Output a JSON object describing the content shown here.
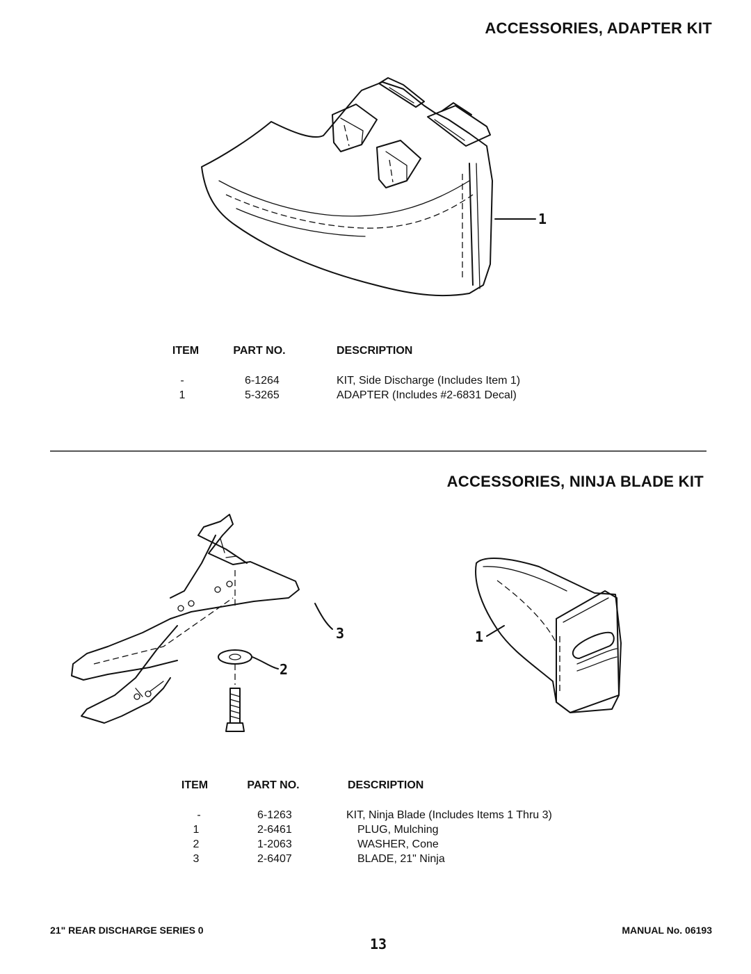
{
  "section1": {
    "title": "ACCESSORIES, ADAPTER KIT",
    "callouts": [
      "1"
    ],
    "headers": {
      "item": "ITEM",
      "part": "PART NO.",
      "desc": "DESCRIPTION"
    },
    "rows": [
      {
        "item": "-",
        "part": "6-1264",
        "desc": "KIT, Side Discharge (Includes Item 1)"
      },
      {
        "item": "1",
        "part": "5-3265",
        "desc": "ADAPTER (Includes #2-6831 Decal)"
      }
    ]
  },
  "section2": {
    "title": "ACCESSORIES, NINJA BLADE KIT",
    "callouts": [
      "3",
      "2",
      "1"
    ],
    "headers": {
      "item": "ITEM",
      "part": "PART NO.",
      "desc": "DESCRIPTION"
    },
    "rows": [
      {
        "item": "-",
        "part": "6-1263",
        "desc": "KIT, Ninja Blade (Includes Items 1 Thru 3)"
      },
      {
        "item": "1",
        "part": "2-6461",
        "desc": "PLUG, Mulching"
      },
      {
        "item": "2",
        "part": "1-2063",
        "desc": "WASHER, Cone"
      },
      {
        "item": "3",
        "part": "2-6407",
        "desc": "BLADE, 21\" Ninja"
      }
    ]
  },
  "footer": {
    "series": "21\" REAR DISCHARGE SERIES 0",
    "page": "13",
    "manual": "MANUAL No. 06193"
  }
}
